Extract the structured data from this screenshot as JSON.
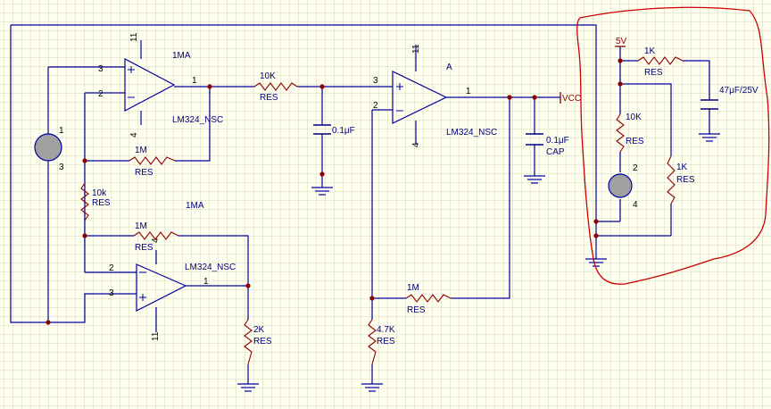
{
  "colors": {
    "background": "#FFFFF0",
    "grid": "#D6D6BE",
    "wire": "#0000A0",
    "junction": "#8B0000",
    "power": "#8B0000",
    "annotation": "#CC0000",
    "sensor_fill": "#A0A0A0"
  },
  "opamps": [
    {
      "id": "u1",
      "ref": "1MA",
      "part": "LM324_NSC",
      "pin_plus": "3",
      "pin_minus": "2",
      "pin_out": "1",
      "pin_vcc": "11",
      "pin_gnd": "4"
    },
    {
      "id": "u2",
      "ref": "1MA",
      "part": "LM324_NSC",
      "pin_plus": "3",
      "pin_minus": "2",
      "pin_out": "1",
      "pin_vcc": "4",
      "pin_gnd": "11"
    },
    {
      "id": "u3",
      "ref": "A",
      "part": "LM324_NSC",
      "pin_plus": "3",
      "pin_minus": "2",
      "pin_out": "1",
      "pin_vcc": "11",
      "pin_gnd": "4"
    }
  ],
  "resistors": {
    "r_10k_series": {
      "value": "10K",
      "type": "RES"
    },
    "r_1m_u1_fb": {
      "value": "1M",
      "type": "RES"
    },
    "r_10k_div": {
      "value": "10k",
      "type": "RES"
    },
    "r_1m_u2_fb": {
      "value": "1M",
      "type": "RES"
    },
    "r_2k": {
      "value": "2K",
      "type": "RES"
    },
    "r_1m_u3_fb": {
      "value": "1M",
      "type": "RES"
    },
    "r_4k7": {
      "value": "4.7K",
      "type": "RES"
    },
    "r_1k_top": {
      "value": "1K",
      "type": "RES"
    },
    "r_10k_right": {
      "value": "10K",
      "type": "RES"
    },
    "r_1k_right": {
      "value": "1K",
      "type": "RES"
    }
  },
  "capacitors": {
    "c_mid": {
      "value": "0.1μF"
    },
    "c_vcc": {
      "value": "0.1μF",
      "type": "CAP"
    },
    "c_47": {
      "value": "47μF/25V"
    }
  },
  "sensors": {
    "left": {
      "pin_a": "1",
      "pin_b": "3"
    },
    "right": {
      "pin_a": "2",
      "pin_b": "4"
    }
  },
  "power": {
    "vcc_label": "VCC",
    "five_v_label": "5V"
  }
}
